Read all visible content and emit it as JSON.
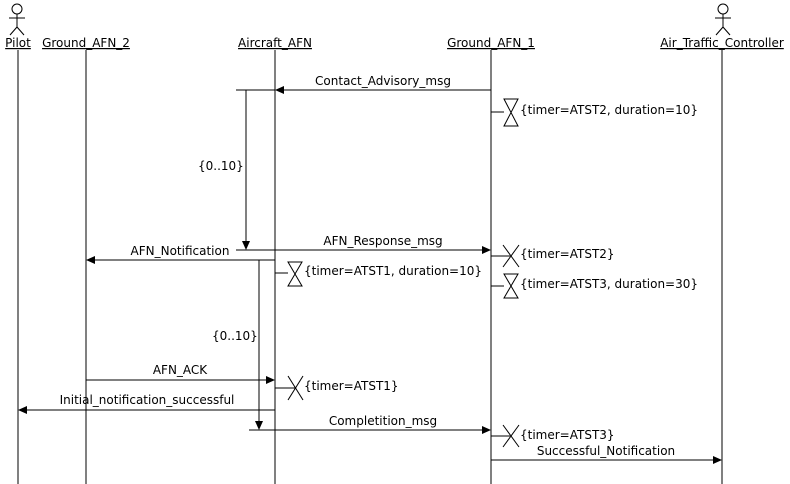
{
  "participants": [
    {
      "name": "Pilot",
      "actor": true
    },
    {
      "name": "Ground_AFN_2",
      "actor": false
    },
    {
      "name": "Aircraft_AFN",
      "actor": false
    },
    {
      "name": "Ground_AFN_1",
      "actor": false
    },
    {
      "name": "Air_Traffic_Controller",
      "actor": true
    }
  ],
  "messages": {
    "contact_advisory": "Contact_Advisory_msg",
    "afn_notification": "AFN_Notification",
    "afn_response": "AFN_Response_msg",
    "afn_ack": "AFN_ACK",
    "initial_notification": "Initial_notification_successful",
    "completion": "Completition_msg",
    "successful_notification": "Successful_Notification"
  },
  "timers": {
    "atst2_start": "{timer=ATST2, duration=10}",
    "atst2_stop": "{timer=ATST2}",
    "atst1_start": "{timer=ATST1, duration=10}",
    "atst3_start": "{timer=ATST3, duration=30}",
    "atst1_stop": "{timer=ATST1}",
    "atst3_stop": "{timer=ATST3}"
  },
  "constraints": {
    "first": "{0..10}",
    "second": "{0..10}"
  }
}
